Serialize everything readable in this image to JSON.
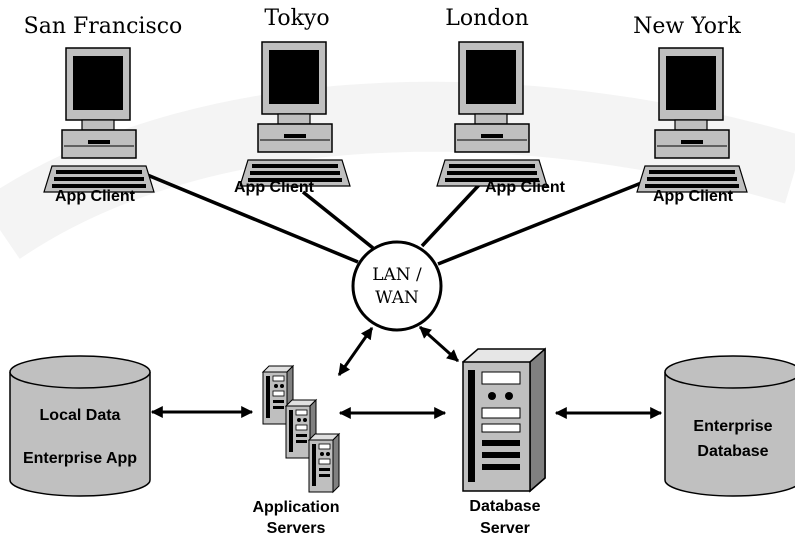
{
  "clients": [
    {
      "city": "San Francisco",
      "label": "App Client"
    },
    {
      "city": "Tokyo",
      "label": "App Client"
    },
    {
      "city": "London",
      "label": "App Client"
    },
    {
      "city": "New York",
      "label": "App Client"
    }
  ],
  "hub": {
    "line1": "LAN /",
    "line2": "WAN"
  },
  "local_db": {
    "line1": "Local  Data",
    "line2": "Enterprise App"
  },
  "enterprise_db": {
    "line1": "Enterprise",
    "line2": "Database"
  },
  "app_servers": {
    "line1": "Application",
    "line2": "Servers"
  },
  "db_server": {
    "line1": "Database",
    "line2": "Server"
  },
  "colors": {
    "background": "#ffffff",
    "ink": "#000000",
    "device_gray": "#bfbfbf",
    "cylinder_gray": "#c0c0c0"
  }
}
